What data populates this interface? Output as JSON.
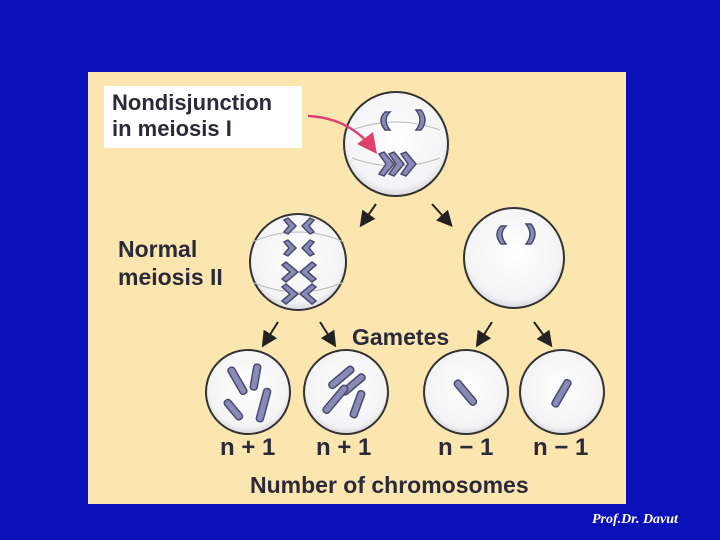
{
  "diagram": {
    "title_line1": "Nondisjunction",
    "title_line2": "in meiosis I",
    "normal_line1": "Normal",
    "normal_line2": "meiosis II",
    "gametes_label": "Gametes",
    "gamete_counts": [
      "n + 1",
      "n + 1",
      "n − 1",
      "n − 1"
    ],
    "footer_label": "Number of chromosomes"
  },
  "credit": "Prof.Dr. Davut",
  "colors": {
    "slide_background": "#0a10b8",
    "panel_background": "#fbe6b0",
    "chromosome": "#8a8ab8",
    "arrow_pink": "#e0406e"
  }
}
